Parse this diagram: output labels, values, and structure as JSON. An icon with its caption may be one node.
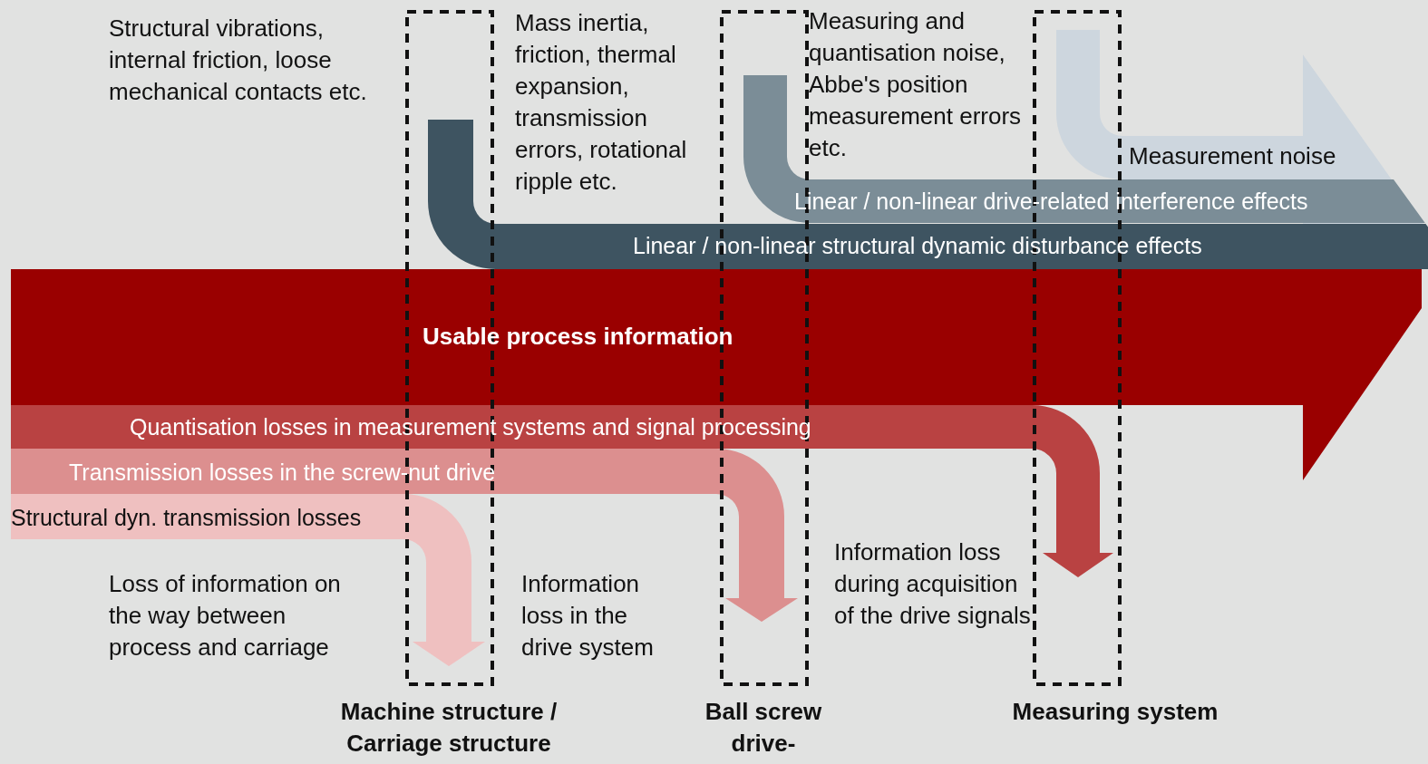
{
  "diagram": {
    "labels": [
      "Structural vibrations, internal friction, loose mechanical contacts etc.",
      "Mass inertia, friction, thermal expansion, transmission errors, rotational ripple etc.",
      "Measuring and quantisation noise, Abbe's position measurement errors etc.",
      "Measurement noise",
      "Linear / non-linear drive-related interference effects",
      "Linear / non-linear structural dynamic disturbance effects",
      "Usable process information",
      "Quantisation losses in measurement systems and signal processing",
      "Transmission losses in the screw-nut drive",
      "Structural dyn. transmission losses",
      "Loss of information on the way between process and carriage",
      "Information loss in the drive system",
      "Information loss during acquisition of the drive signals",
      "Machine structure / Carriage structure",
      "Ball screw drive-",
      "Measuring system"
    ]
  }
}
